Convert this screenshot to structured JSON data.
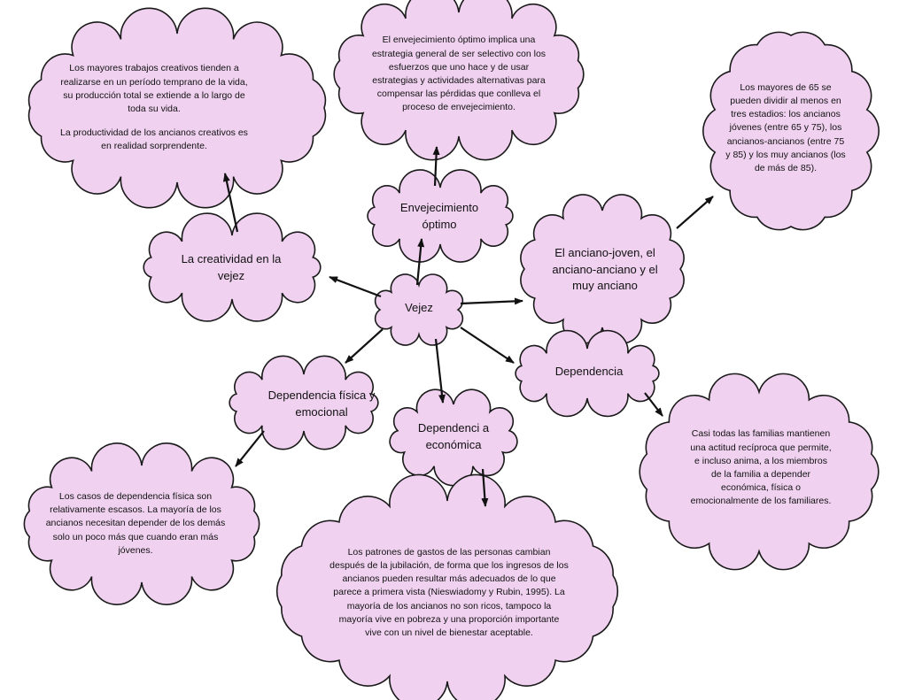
{
  "colors": {
    "cloud_fill": "#f0d2f0",
    "outline": "#1a1a1a",
    "arrow": "#111111"
  },
  "nodes": {
    "vejez": {
      "label": "Vejez"
    },
    "envejecimiento": {
      "label": "Envejecimiento óptimo"
    },
    "creatividad": {
      "label": "La creatividad en la vejez"
    },
    "anciano_joven": {
      "label": "El anciano-joven, el anciano-anciano y el muy anciano"
    },
    "dependencia": {
      "label": "Dependencia"
    },
    "dep_fisica": {
      "label": "Dependencia física y emocional"
    },
    "dep_economica": {
      "label": "Dependenci a económica"
    }
  },
  "details": {
    "envejecimiento": {
      "text": "El envejecimiento óptimo implica una estrategia general de ser selectivo con los esfuerzos que uno hace y de usar estrategias y actividades alternativas para compensar las pérdidas que conlleva el proceso de envejecimiento."
    },
    "creatividad": {
      "text1": "Los mayores trabajos creativos tienden a realizarse en un período temprano de la vida, su producción total se extiende a lo largo de toda su vida.",
      "text2": "La productividad de los ancianos creativos es en realidad sorprendente."
    },
    "anciano_joven": {
      "text": "Los mayores de 65 se pueden dividir al menos en tres estadios: los ancianos jóvenes (entre 65 y 75), los ancianos-ancianos (entre 75 y 85) y los muy ancianos (los de más de 85)."
    },
    "dependencia": {
      "text": "Casi todas las familias mantienen una actitud recíproca que permite, e incluso anima, a los miembros de la familia a depender económica, física o emocionalmente de los familiares."
    },
    "dep_fisica": {
      "text": "Los casos de dependencia física son relativamente escasos. La mayoría de los ancianos necesitan depender de los demás solo un poco más que cuando eran más jóvenes."
    },
    "dep_economica": {
      "text": "Los patrones de gastos de las personas cambian después de la jubilación, de forma que los ingresos de los ancianos pueden resultar más adecuados de lo que parece a primera vista (Nieswiadomy y Rubin, 1995). La mayoría de los ancianos no son ricos, tampoco la mayoría vive en pobreza y una proporción importante vive con un nivel de bienestar aceptable."
    }
  }
}
